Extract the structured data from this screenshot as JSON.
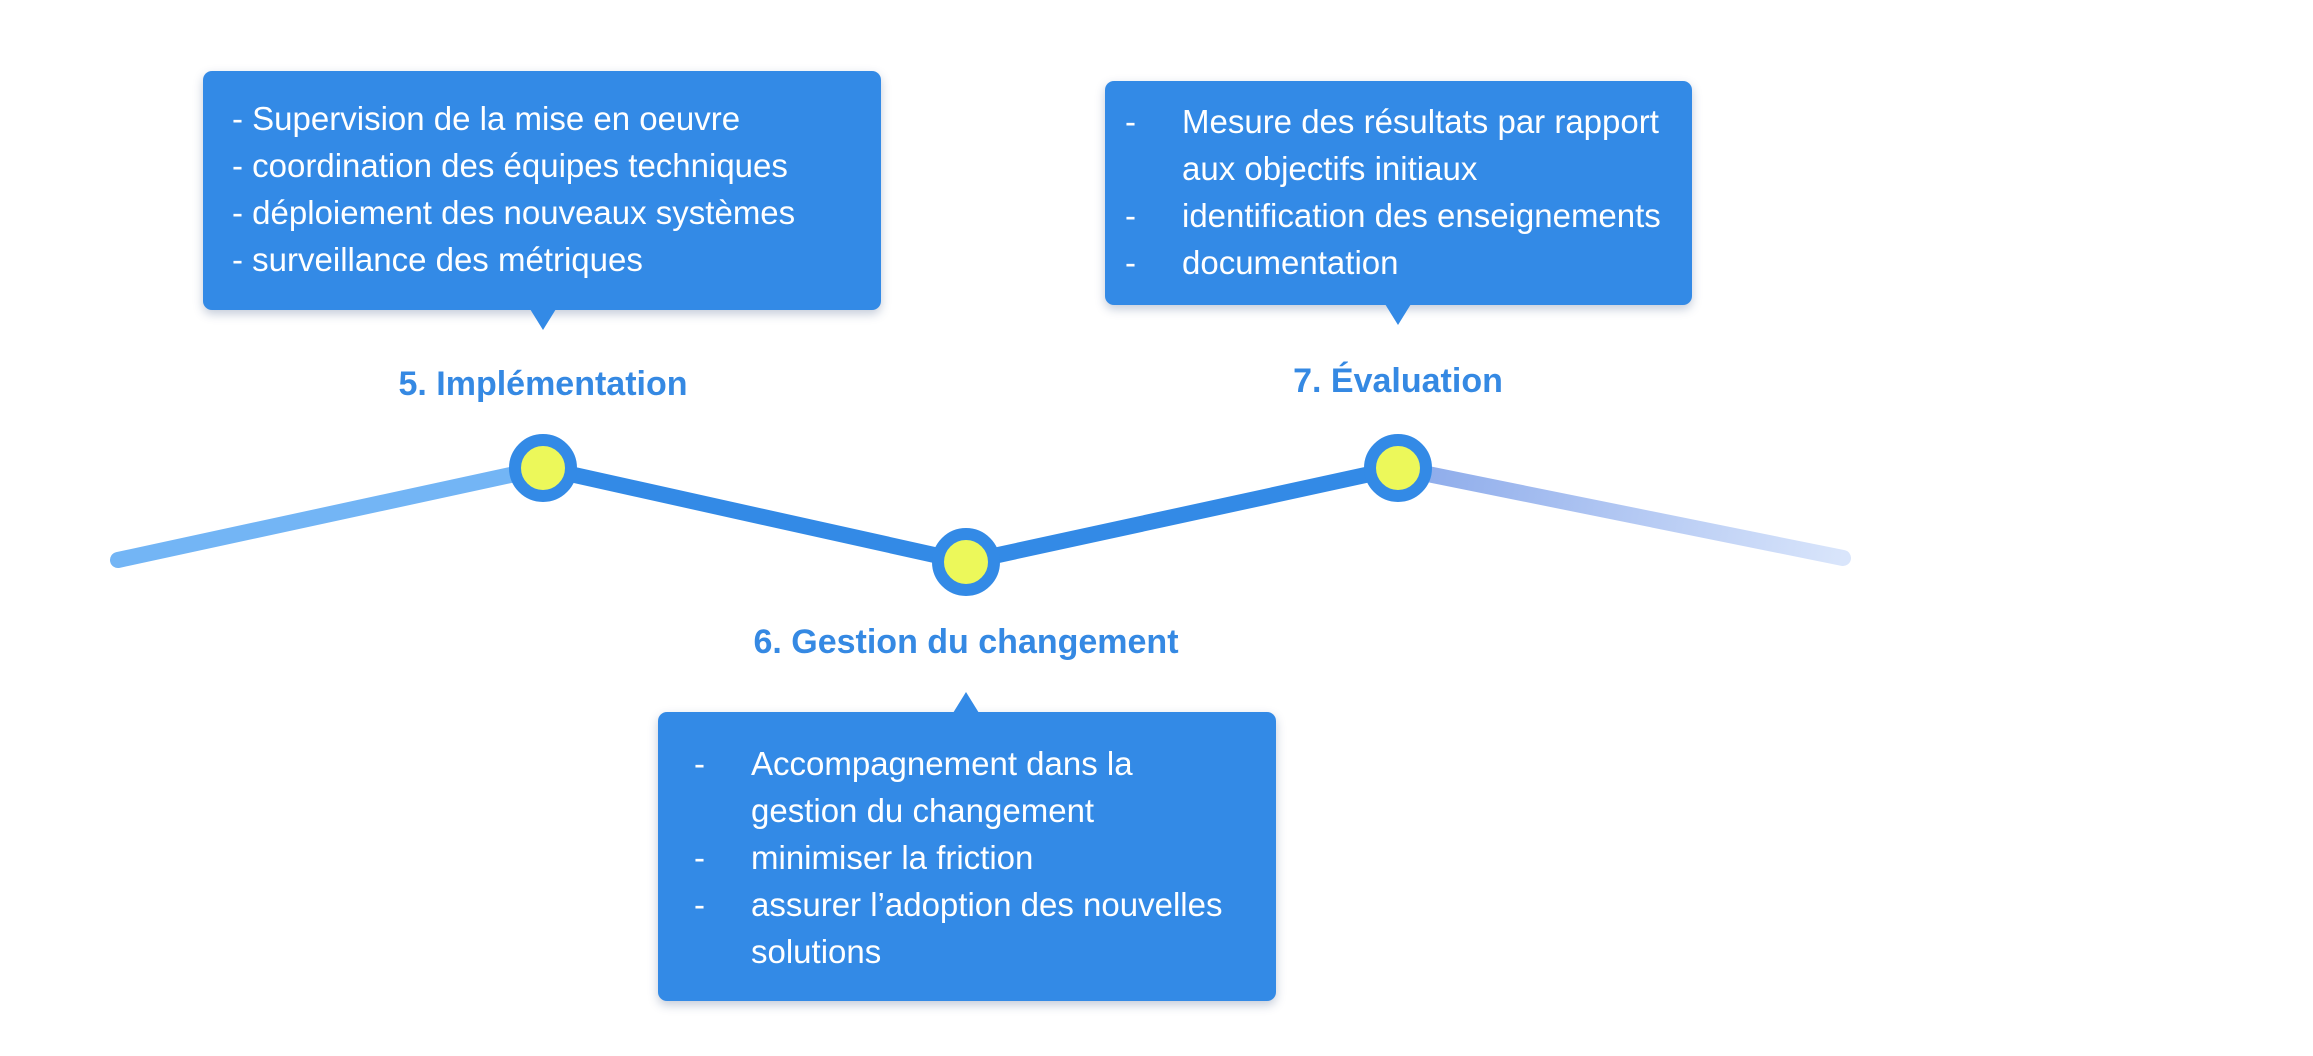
{
  "colors": {
    "primary": "#338ae6",
    "title": "#3589e3",
    "line_light": "#73b5f5",
    "line_main": "#338ae6",
    "line_fade_start": "#8aa9ea",
    "line_fade_end": "#d9e5fb",
    "node_fill": "#ecf85a",
    "node_ring": "#338ae6"
  },
  "bullet_marker": "-",
  "stages": [
    {
      "title": "5. Implémentation",
      "callout_position": "above",
      "items": [
        "Supervision de la mise en oeuvre",
        "coordination des équipes techniques",
        "déploiement des nouveaux systèmes",
        "surveillance des métriques"
      ]
    },
    {
      "title": "6. Gestion du changement",
      "callout_position": "below",
      "items": [
        "Accompagnement dans la gestion du changement",
        "minimiser la friction",
        "assurer l’adoption des nouvelles solutions"
      ]
    },
    {
      "title": "7. Évaluation",
      "callout_position": "above",
      "items": [
        "Mesure des résultats par rapport aux objectifs initiaux",
        "identification des enseignements",
        "documentation"
      ]
    }
  ]
}
